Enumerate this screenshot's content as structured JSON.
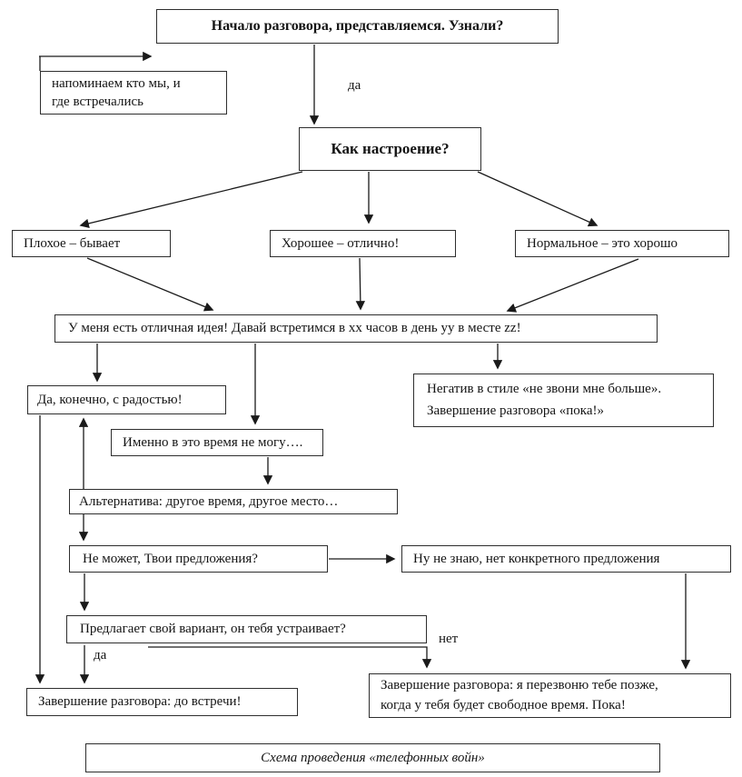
{
  "title": "Схема проведения «телефонных войн»",
  "nodes": {
    "start": {
      "text": "Начало разговора, представляемся.  Узнали?"
    },
    "remind": {
      "text": "напоминаем кто мы,  и\nгде встречались"
    },
    "mood": {
      "text": "Как настроение?"
    },
    "bad": {
      "text": "Плохое – бывает"
    },
    "good": {
      "text": "Хорошее – отлично!"
    },
    "normal": {
      "text": "Нормальное – это хорошо"
    },
    "idea": {
      "text": "У меня есть отличная идея! Давай встретимся в xx часов в день yy в месте zz!"
    },
    "agree": {
      "text": "Да, конечно, с  радостью!"
    },
    "negative": {
      "text": "Негатив в стиле «не звони мне больше».\nЗавершение разговора «пока!»"
    },
    "busy": {
      "text": "Именно в это время не могу…."
    },
    "alt": {
      "text": "Альтернатива: другое время, другое место…"
    },
    "cannot": {
      "text": "Не может, Твои предложения?"
    },
    "noidea": {
      "text": "Ну не знаю,  нет конкретного предложения"
    },
    "proposes": {
      "text": "Предлагает свой вариант, он тебя устраивает?"
    },
    "meet": {
      "text": "Завершение разговора: до встречи!"
    },
    "later": {
      "text": "Завершение разговора: я перезвоню тебе позже,\nкогда у тебя будет свободное время. Пока!"
    },
    "caption": {
      "text": "Схема проведения  «телефонных войн»"
    }
  },
  "labels": {
    "da_top": "да",
    "da_bottom": "да",
    "net": "нет"
  },
  "edges": [
    {
      "from": "start",
      "to": "mood",
      "label": "да"
    },
    {
      "from": "remind",
      "to": "start",
      "label": ""
    },
    {
      "from": "mood",
      "to": "bad"
    },
    {
      "from": "mood",
      "to": "good"
    },
    {
      "from": "mood",
      "to": "normal"
    },
    {
      "from": "bad",
      "to": "idea"
    },
    {
      "from": "good",
      "to": "idea"
    },
    {
      "from": "normal",
      "to": "idea"
    },
    {
      "from": "idea",
      "to": "agree"
    },
    {
      "from": "idea",
      "to": "busy"
    },
    {
      "from": "idea",
      "to": "negative"
    },
    {
      "from": "busy",
      "to": "alt"
    },
    {
      "from": "agree",
      "to": "cannot",
      "style": "double-arrow"
    },
    {
      "from": "cannot",
      "to": "noidea"
    },
    {
      "from": "cannot",
      "to": "proposes"
    },
    {
      "from": "proposes",
      "to": "meet",
      "label": "да"
    },
    {
      "from": "proposes",
      "to": "later",
      "label": "нет"
    },
    {
      "from": "noidea",
      "to": "later"
    },
    {
      "from": "agree",
      "to": "meet"
    }
  ],
  "colors": {
    "background": "#ffffff",
    "box_border": "#2e2e2e",
    "line": "#1a1a1a",
    "text": "#141414"
  }
}
